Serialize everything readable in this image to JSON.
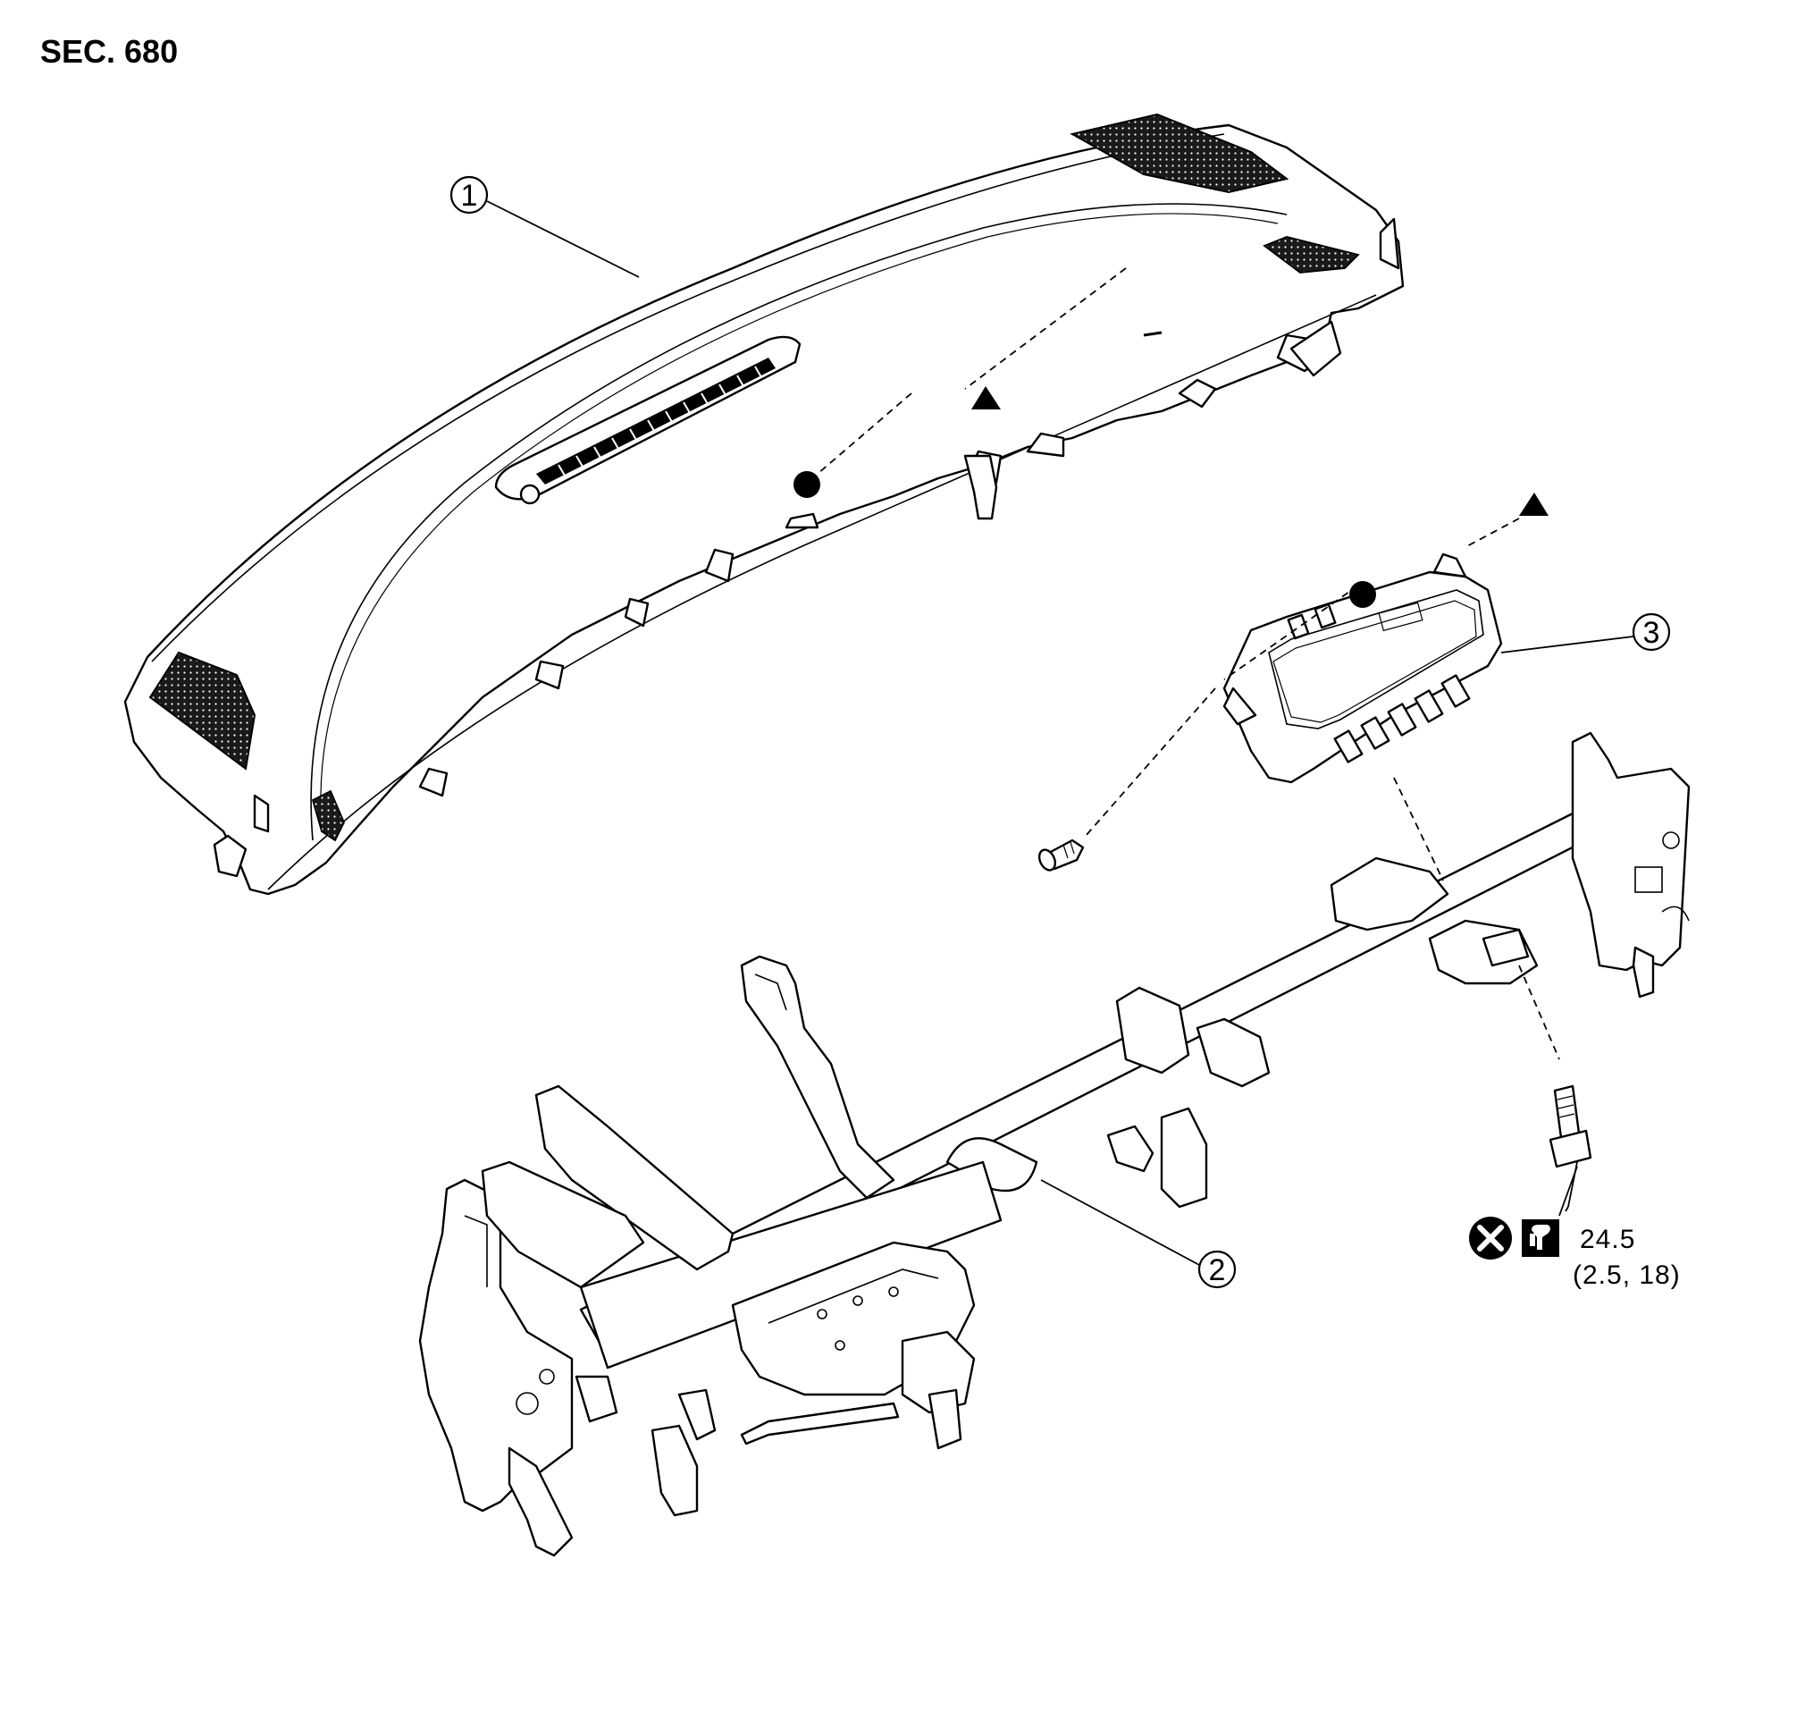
{
  "section": "SEC. 680",
  "callouts": [
    {
      "id": "c1",
      "label": "1"
    },
    {
      "id": "c2",
      "label": "2"
    },
    {
      "id": "c3",
      "label": "3"
    }
  ],
  "torque": {
    "value": "24.5",
    "units": "(2.5, 18)",
    "symbols": [
      "replace-part-icon",
      "torque-wrench-icon"
    ]
  },
  "colors": {
    "line": "#000000",
    "background": "#ffffff"
  }
}
